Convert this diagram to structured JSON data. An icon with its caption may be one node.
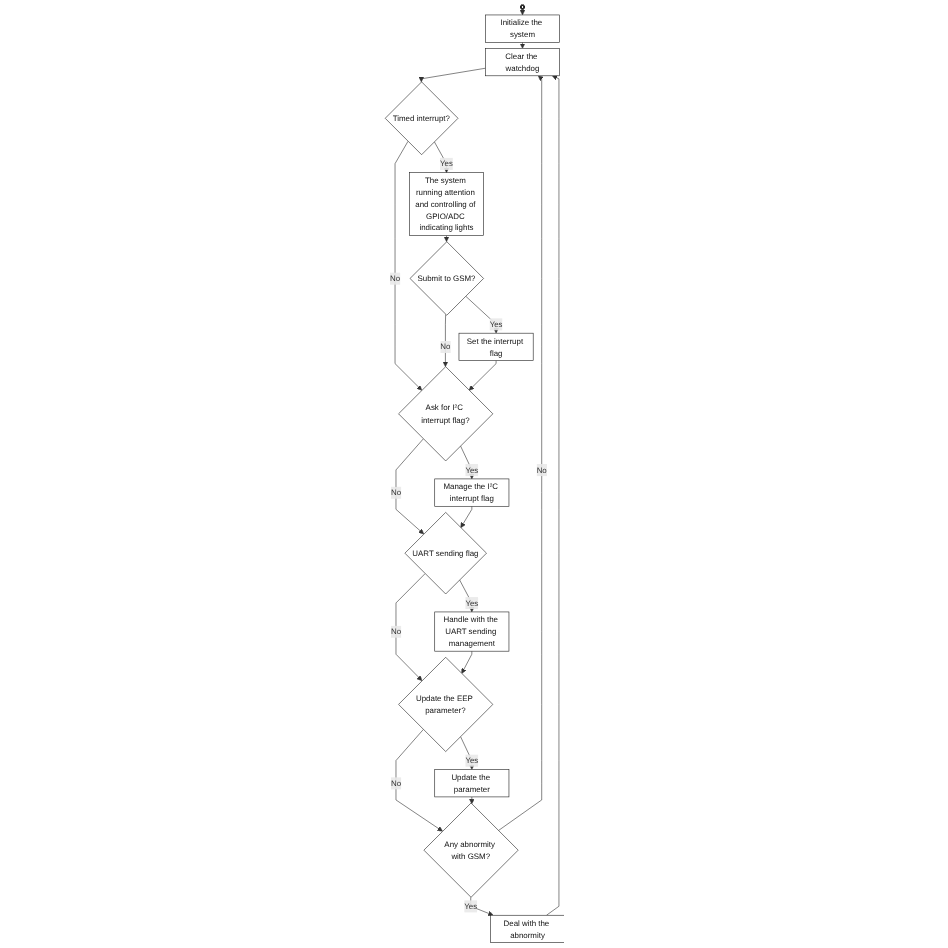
{
  "diagram": {
    "nodes": [
      {
        "text": [],
        "shape": "box"
      },
      {
        "text": [
          "Initialize the system"
        ]
      },
      {
        "text": [
          "Clear the watchdog"
        ]
      },
      {
        "text": [
          "Timed interrupt?"
        ]
      },
      {
        "text": [
          "The system running attention and controlling of GPIO/ADC indicating lights"
        ]
      },
      {
        "text": [
          "Submit to GSM?"
        ]
      },
      {
        "text": [
          "Set the interrupt flag"
        ]
      },
      {
        "text": [
          "Ask for I²C interrupt flag?"
        ]
      },
      {
        "text": [
          "Manage the I²C interrupt flag"
        ]
      },
      {
        "text": [
          "UART sending flag"
        ]
      },
      {
        "text": [
          "Handle with the UART sending management"
        ]
      },
      {
        "text": [
          "Update the EEP parameter?"
        ]
      },
      {
        "text": [
          "Update the parameter"
        ]
      },
      {
        "text": [
          "Any abnormity with GSM?"
        ]
      },
      {
        "text": [
          "Deal with the abnormity"
        ]
      }
    ],
    "edges": [
      {
        "from": 0,
        "to": 1,
        "arrow": "to"
      },
      {
        "from": 1,
        "to": 2,
        "arrow": "to"
      },
      {
        "from": 2,
        "to": 3,
        "arrow": "to"
      },
      {
        "from": 3,
        "to": 4,
        "arrow": "to",
        "label": "Yes"
      },
      {
        "from": 4,
        "to": 5,
        "arrow": "to"
      },
      {
        "from": 5,
        "to": 6,
        "arrow": "to",
        "label": "Yes"
      },
      {
        "from": 3,
        "to": 7,
        "arrow": "to",
        "label": "No"
      },
      {
        "from": 5,
        "to": 7,
        "arrow": "to",
        "label": "No"
      },
      {
        "from": 6,
        "to": 7,
        "arrow": "to"
      },
      {
        "from": 7,
        "to": 8,
        "arrow": "to",
        "label": "Yes"
      },
      {
        "from": 7,
        "to": 9,
        "arrow": "to",
        "label": "No"
      },
      {
        "from": 8,
        "to": 9,
        "arrow": "to"
      },
      {
        "from": 9,
        "to": 10,
        "arrow": "to",
        "label": "Yes"
      },
      {
        "from": 9,
        "to": 11,
        "arrow": "to",
        "label": "No"
      },
      {
        "from": 10,
        "to": 11,
        "arrow": "to"
      },
      {
        "from": 11,
        "to": 12,
        "arrow": "to",
        "label": "Yes"
      },
      {
        "from": 11,
        "to": 13,
        "arrow": "to",
        "label": "No"
      },
      {
        "from": 12,
        "to": 13,
        "arrow": "to"
      },
      {
        "from": 13,
        "to": 14,
        "arrow": "to",
        "label": "Yes"
      },
      {
        "from": 13,
        "to": 2,
        "arrow": "to",
        "label": "No"
      },
      {
        "from": 14,
        "to": 2,
        "arrow": "to"
      }
    ]
  }
}
